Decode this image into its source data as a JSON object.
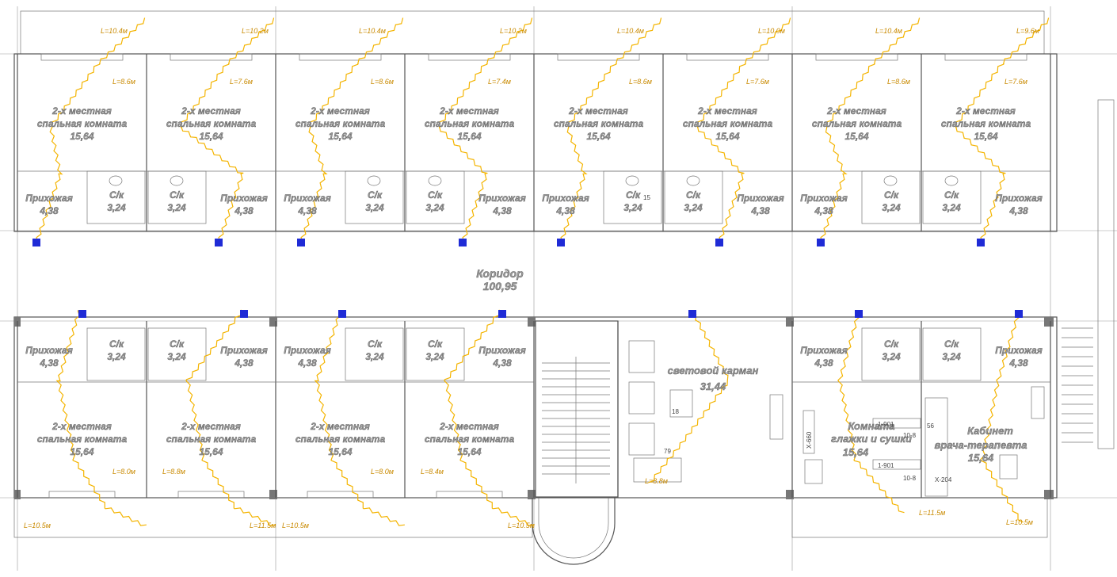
{
  "corridor": {
    "name": "Коридор",
    "area": "100,95"
  },
  "top_rooms": [
    {
      "name": "2-х местная спальная комната",
      "area": "15,64",
      "hall": "Прихожая",
      "hall_area": "4,38",
      "wc": "С/к",
      "wc_area": "3,24",
      "len_top": "L=10.4м",
      "len_mid": "L=8.6м"
    },
    {
      "name": "2-х местная спальная комната",
      "area": "15,64",
      "hall": "Прихожая",
      "hall_area": "4,38",
      "wc": "С/к",
      "wc_area": "3,24",
      "len_top": "L=10.2м",
      "len_mid": "L=7.6м"
    },
    {
      "name": "2-х местная спальная комната",
      "area": "15,64",
      "hall": "Прихожая",
      "hall_area": "4,38",
      "wc": "С/к",
      "wc_area": "3,24",
      "len_top": "L=10.4м",
      "len_mid": "L=8.6м"
    },
    {
      "name": "2-х местная спальная комната",
      "area": "15,64",
      "hall": "Прихожая",
      "hall_area": "4,38",
      "wc": "С/к",
      "wc_area": "3,24",
      "len_top": "L=10.2м",
      "len_mid": "L=7.4м"
    },
    {
      "name": "2-х местная спальная комната",
      "area": "15,64",
      "hall": "Прихожая",
      "hall_area": "4,38",
      "wc": "С/к",
      "wc_area": "3,24",
      "len_top": "L=10.4м",
      "len_mid": "L=8.6м"
    },
    {
      "name": "2-х местная спальная комната",
      "area": "15,64",
      "hall": "Прихожая",
      "hall_area": "4,38",
      "wc": "С/к",
      "wc_area": "3,24",
      "len_top": "L=10.0м",
      "len_mid": "L=7.6м"
    },
    {
      "name": "2-х местная спальная комната",
      "area": "15,64",
      "hall": "Прихожая",
      "hall_area": "4,38",
      "wc": "С/к",
      "wc_area": "3,24",
      "len_top": "L=10.4м",
      "len_mid": "L=8.6м"
    },
    {
      "name": "2-х местная спальная комната",
      "area": "15,64",
      "hall": "Прихожая",
      "hall_area": "4,38",
      "wc": "С/к",
      "wc_area": "3,24",
      "len_top": "L=9.6м",
      "len_mid": "L=7.6м"
    }
  ],
  "bottom_rooms": [
    {
      "name": "2-х местная спальная комната",
      "area": "15,64",
      "hall": "Прихожая",
      "hall_area": "4,38",
      "wc": "С/к",
      "wc_area": "3,24",
      "len_mid": "L=8.0м",
      "len_low": "L=10.5м"
    },
    {
      "name": "2-х местная спальная комната",
      "area": "15,64",
      "hall": "Прихожая",
      "hall_area": "4,38",
      "wc": "С/к",
      "wc_area": "3,24",
      "len_mid": "L=8.8м",
      "len_low": "L=11.5м"
    },
    {
      "name": "2-х местная спальная комната",
      "area": "15,64",
      "hall": "Прихожая",
      "hall_area": "4,38",
      "wc": "С/к",
      "wc_area": "3,24",
      "len_mid": "L=8.0м",
      "len_low": "L=10.5м"
    },
    {
      "name": "2-х местная спальная комната",
      "area": "15,64",
      "hall": "Прихожая",
      "hall_area": "4,38",
      "wc": "С/к",
      "wc_area": "3,24",
      "len_mid": "L=8.4м",
      "len_low": "L=10.5м"
    }
  ],
  "light_pocket": {
    "name": "световой карман",
    "area": "31,44",
    "len": "L=8.8м",
    "num1": "18",
    "num2": "79"
  },
  "drying_room": {
    "name": "Комната глажки и сушки",
    "area": "15,64",
    "hall": "Прихожая",
    "hall_area": "4,38",
    "wc": "С/к",
    "wc_area": "3,24",
    "len": "L=11.5м"
  },
  "doctor_room": {
    "name": "Кабинет врача-терапевта",
    "area": "15,64",
    "hall": "Прихожая",
    "hall_area": "4,38",
    "wc": "С/к",
    "wc_area": "3,24",
    "len": "L=10.5м"
  },
  "equipment_tags": [
    "1-901",
    "10-8",
    "1-901",
    "10-8",
    "X-660",
    "X-204",
    "56",
    "15"
  ],
  "colors": {
    "wall": "#555555",
    "label": "#9a9a9a",
    "cable": "#f4b400",
    "outlet": "#1f2bd6"
  }
}
